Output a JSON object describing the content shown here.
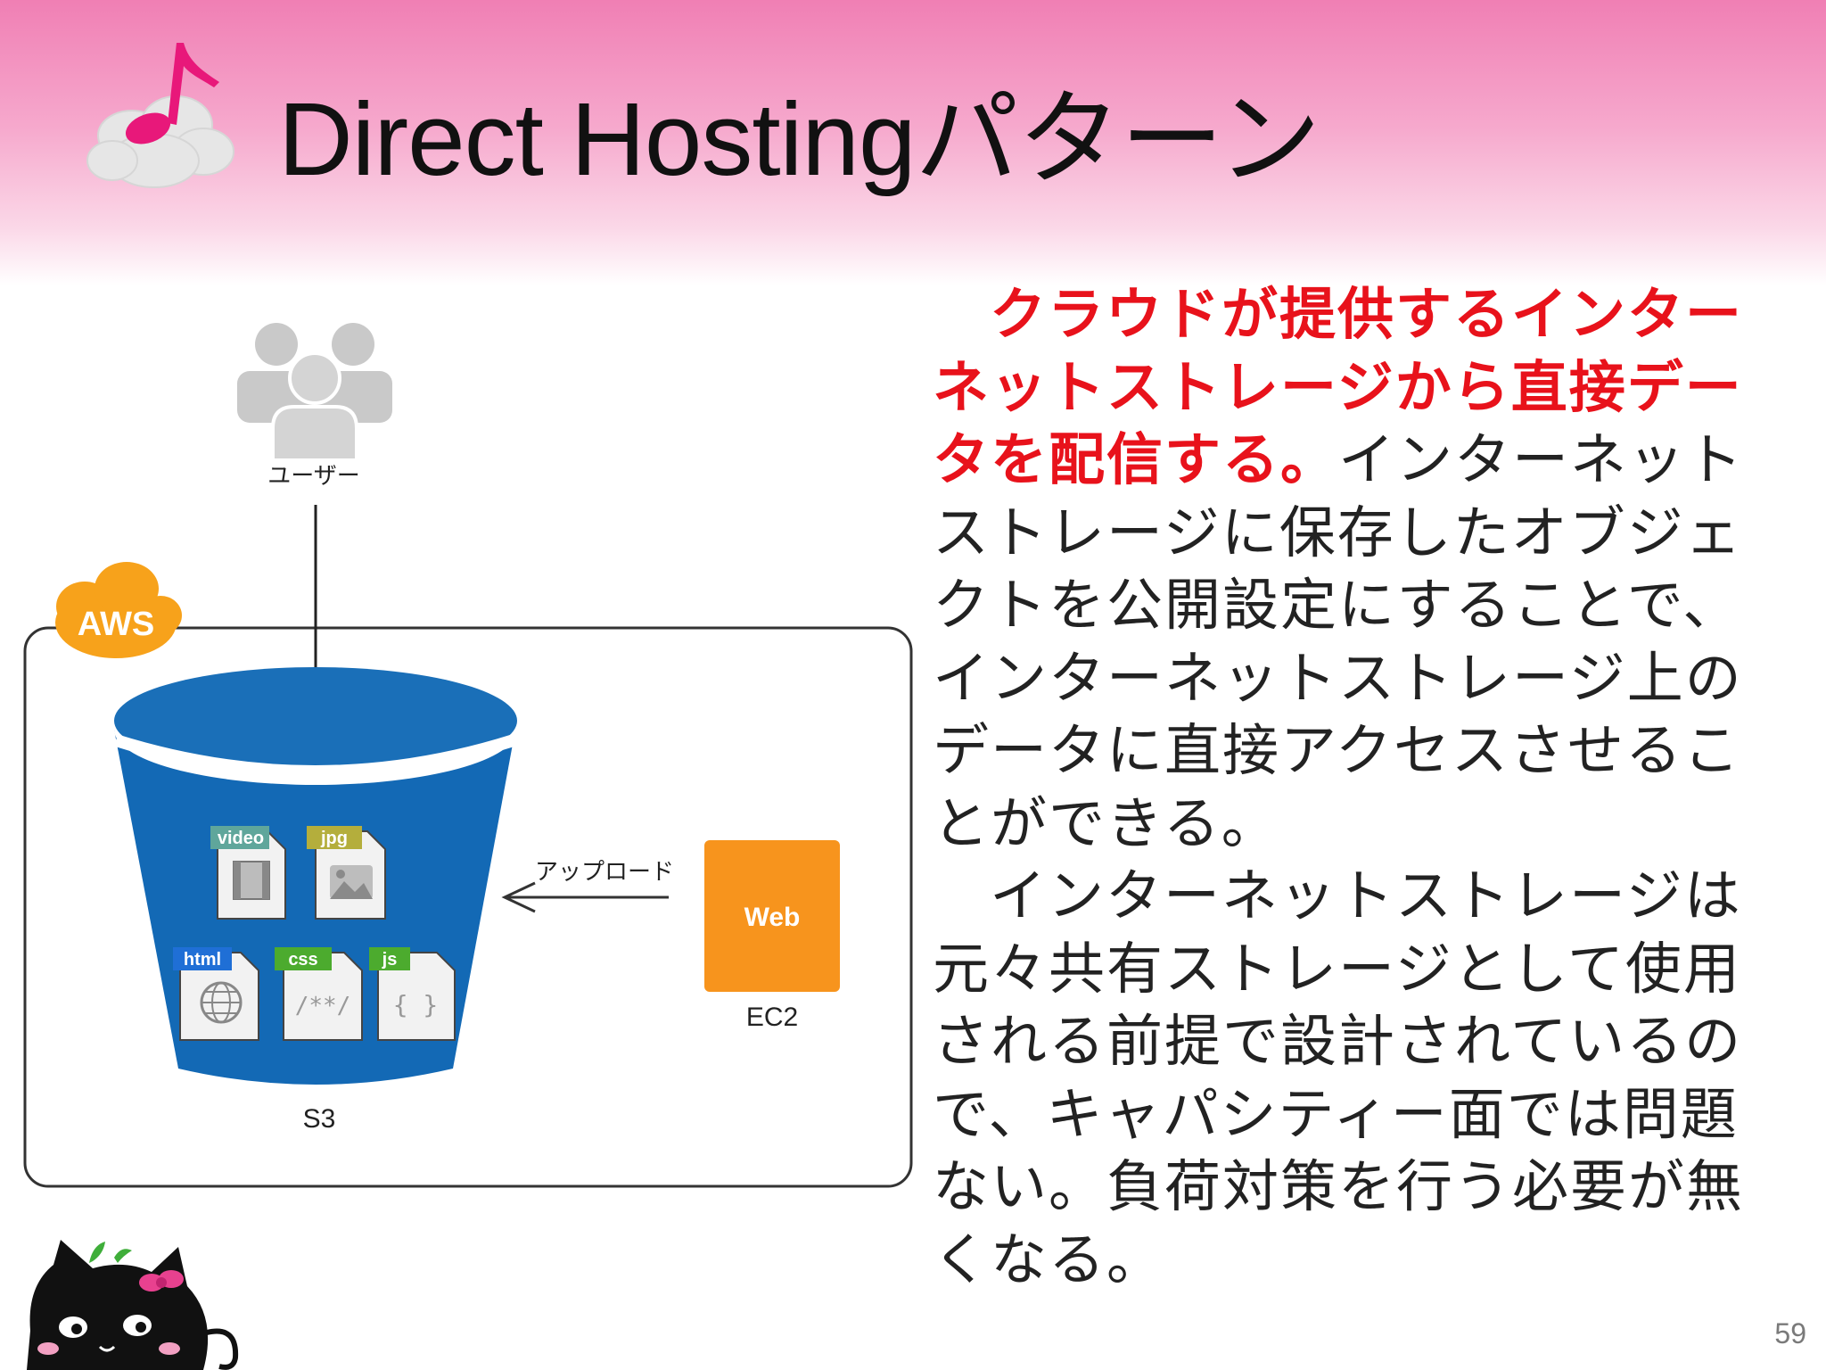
{
  "slide": {
    "title": "Direct Hostingパターン",
    "page_number": "59"
  },
  "diagram": {
    "user_label": "ユーザー",
    "cloud_label": "AWS",
    "bucket_label": "S3",
    "upload_label": "アップロード",
    "server_label": "Web",
    "server_caption": "EC2",
    "files": [
      {
        "tag": "video",
        "glyph": "film"
      },
      {
        "tag": "jpg",
        "glyph": "picture"
      },
      {
        "tag": "html",
        "glyph": "globe"
      },
      {
        "tag": "css",
        "glyph": "/**/"
      },
      {
        "tag": "js",
        "glyph": "{ }"
      }
    ],
    "colors": {
      "aws_orange": "#f7a21b",
      "bucket_blue": "#1369b5",
      "bucket_top": "#1a6fb8",
      "ec2_orange": "#f7941d",
      "tag_teal": "#5fa69b",
      "tag_olive": "#b4ae3c",
      "tag_blue": "#1f6fd6",
      "tag_green": "#4cab2e"
    }
  },
  "body": {
    "highlight": "クラウドが提供するインターネットストレージから直接データを配信する。",
    "paragraph1": "インターネットストレージに保存したオブジェクトを公開設定にすることで、インターネットストレージ上のデータに直接アクセスさせることができる。",
    "paragraph2": "インターネットストレージは元々共有ストレージとして使用される前提で設計されているので、キャパシティー面では問題ない。負荷対策を行う必要が無くなる。",
    "highlight_color": "#e8121b"
  }
}
